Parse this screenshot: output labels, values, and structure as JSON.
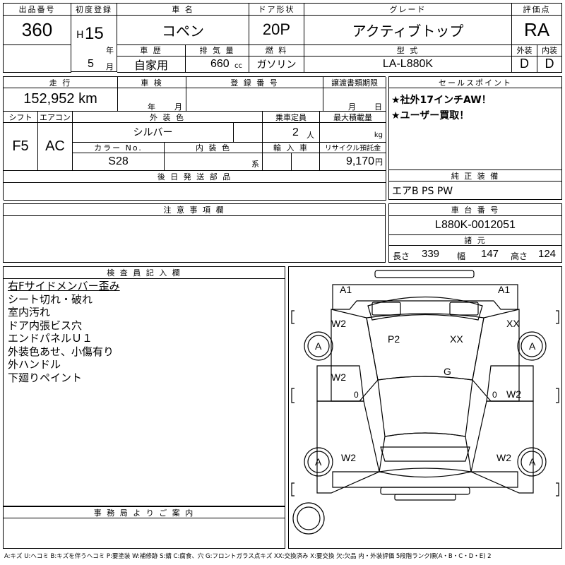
{
  "top": {
    "lot_label": "出品番号",
    "lot_no": "360",
    "first_reg_label": "初度登録",
    "era": "H",
    "year": "15",
    "year_unit": "年",
    "month": "5",
    "month_unit": "月",
    "name_label": "車 名",
    "car_name": "コペン",
    "door_label": "ドア形状",
    "door_value": "20P",
    "grade_label": "グレード",
    "grade_value": "アクティブトップ",
    "score_label": "評価点",
    "score_value": "RA",
    "history_label": "車 歴",
    "history_value": "自家用",
    "disp_label": "排 気 量",
    "disp_value": "660",
    "disp_unit": "cc",
    "fuel_label": "燃 料",
    "fuel_value": "ガソリン",
    "model_label": "型 式",
    "model_value": "LA-L880K",
    "ext_label": "外装",
    "ext_value": "D",
    "int_label": "内装",
    "int_value": "D"
  },
  "second": {
    "mileage_label": "走 行",
    "mileage_value": "152,952 km",
    "inspection_label": "車 検",
    "ins_year_unit": "年",
    "ins_month_unit": "月",
    "reg_no_label": "登 録 番 号",
    "transfer_label": "譲渡書類期限",
    "transfer_month_unit": "月",
    "transfer_day_unit": "日",
    "shift_label": "シフト",
    "shift_value": "F5",
    "ac_label": "エアコン",
    "ac_value": "AC",
    "exterior_color_label": "外 装 色",
    "exterior_color_value": "シルバー",
    "capacity_label": "乗車定員",
    "capacity_value": "2",
    "capacity_unit": "人",
    "load_label": "最大積載量",
    "load_unit": "kg",
    "color_no_label": "カラー No.",
    "color_no_value": "S28",
    "interior_color_label": "内 装 色",
    "interior_unit": "系",
    "import_label": "輸 入 車",
    "recycle_label": "リサイクル預託金",
    "recycle_value": "9,170",
    "recycle_unit": "円",
    "later_parts_label": "後 日 発 送 部 品"
  },
  "sales": {
    "label": "セールスポイント",
    "points": [
      "★社外17インチAW！",
      "★ユーザー買取！"
    ]
  },
  "equipment": {
    "label": "純 正 装 備",
    "value": "エアB PS PW"
  },
  "notes": {
    "label": "注 意 事 項 欄"
  },
  "chassis": {
    "label": "車 台 番 号",
    "value": "L880K-0012051",
    "spec_label": "諸 元",
    "length_label": "長さ",
    "length_value": "339",
    "width_label": "幅",
    "width_value": "147",
    "height_label": "高さ",
    "height_value": "124"
  },
  "inspector": {
    "label": "検 査 員 記 入 欄",
    "lines": [
      "右Fサイドメンバー歪み",
      "シート切れ・破れ",
      "室内汚れ",
      "ドア内張ビス穴",
      "エンドパネルＵ１",
      "外装色あせ、小傷有り",
      "外ハンドル",
      "下廻りペイント"
    ]
  },
  "office": {
    "label": "事 務 局 よ り ご 案 内"
  },
  "diagram": {
    "a1_left": "A1",
    "a1_right": "A1",
    "w2_fl": "W2",
    "xx_fr": "XX",
    "a_fl": "A",
    "a_fr": "A",
    "a_rl": "A",
    "a_rr": "A",
    "p2": "P2",
    "xx_hood": "XX",
    "g": "G",
    "w2_ml": "W2",
    "w2_mr": "W2",
    "w2_rl": "W2",
    "w2_rr": "W2",
    "zero_l": "0",
    "zero_r": "0"
  },
  "legend": "A:キズ U:ヘコミ B:キズを伴うヘコミ P:要塗装 W:補修跡 S:錆 C:腐食、穴 G:フロントガラス点キズ XX:交換済み X:要交換 欠:欠品 内・外装評価 5段階ランク順(A・B・C・D・E) 2"
}
